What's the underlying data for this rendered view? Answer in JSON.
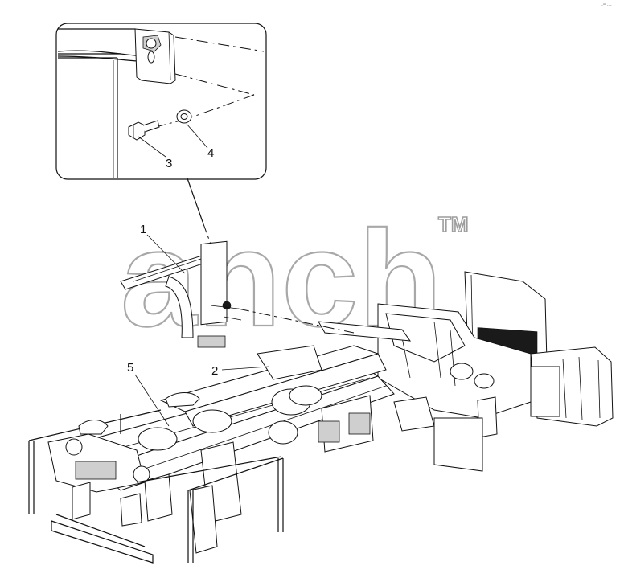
{
  "diagram": {
    "watermark_text": "anch",
    "trademark_symbol": "TM",
    "corner_mark": "ₒᵐ ₛₒₙ",
    "callouts": [
      {
        "id": "1",
        "label": "1"
      },
      {
        "id": "2",
        "label": "2"
      },
      {
        "id": "3",
        "label": "3"
      },
      {
        "id": "4",
        "label": "4"
      },
      {
        "id": "5",
        "label": "5"
      }
    ],
    "detail_parts": {
      "bolt": "bolt",
      "washer": "washer",
      "bracket": "bracket"
    },
    "colors": {
      "line": "#111111",
      "watermark": "#9a9a9a",
      "radiator_grille": "#1a1a1a",
      "background": "#ffffff"
    }
  }
}
